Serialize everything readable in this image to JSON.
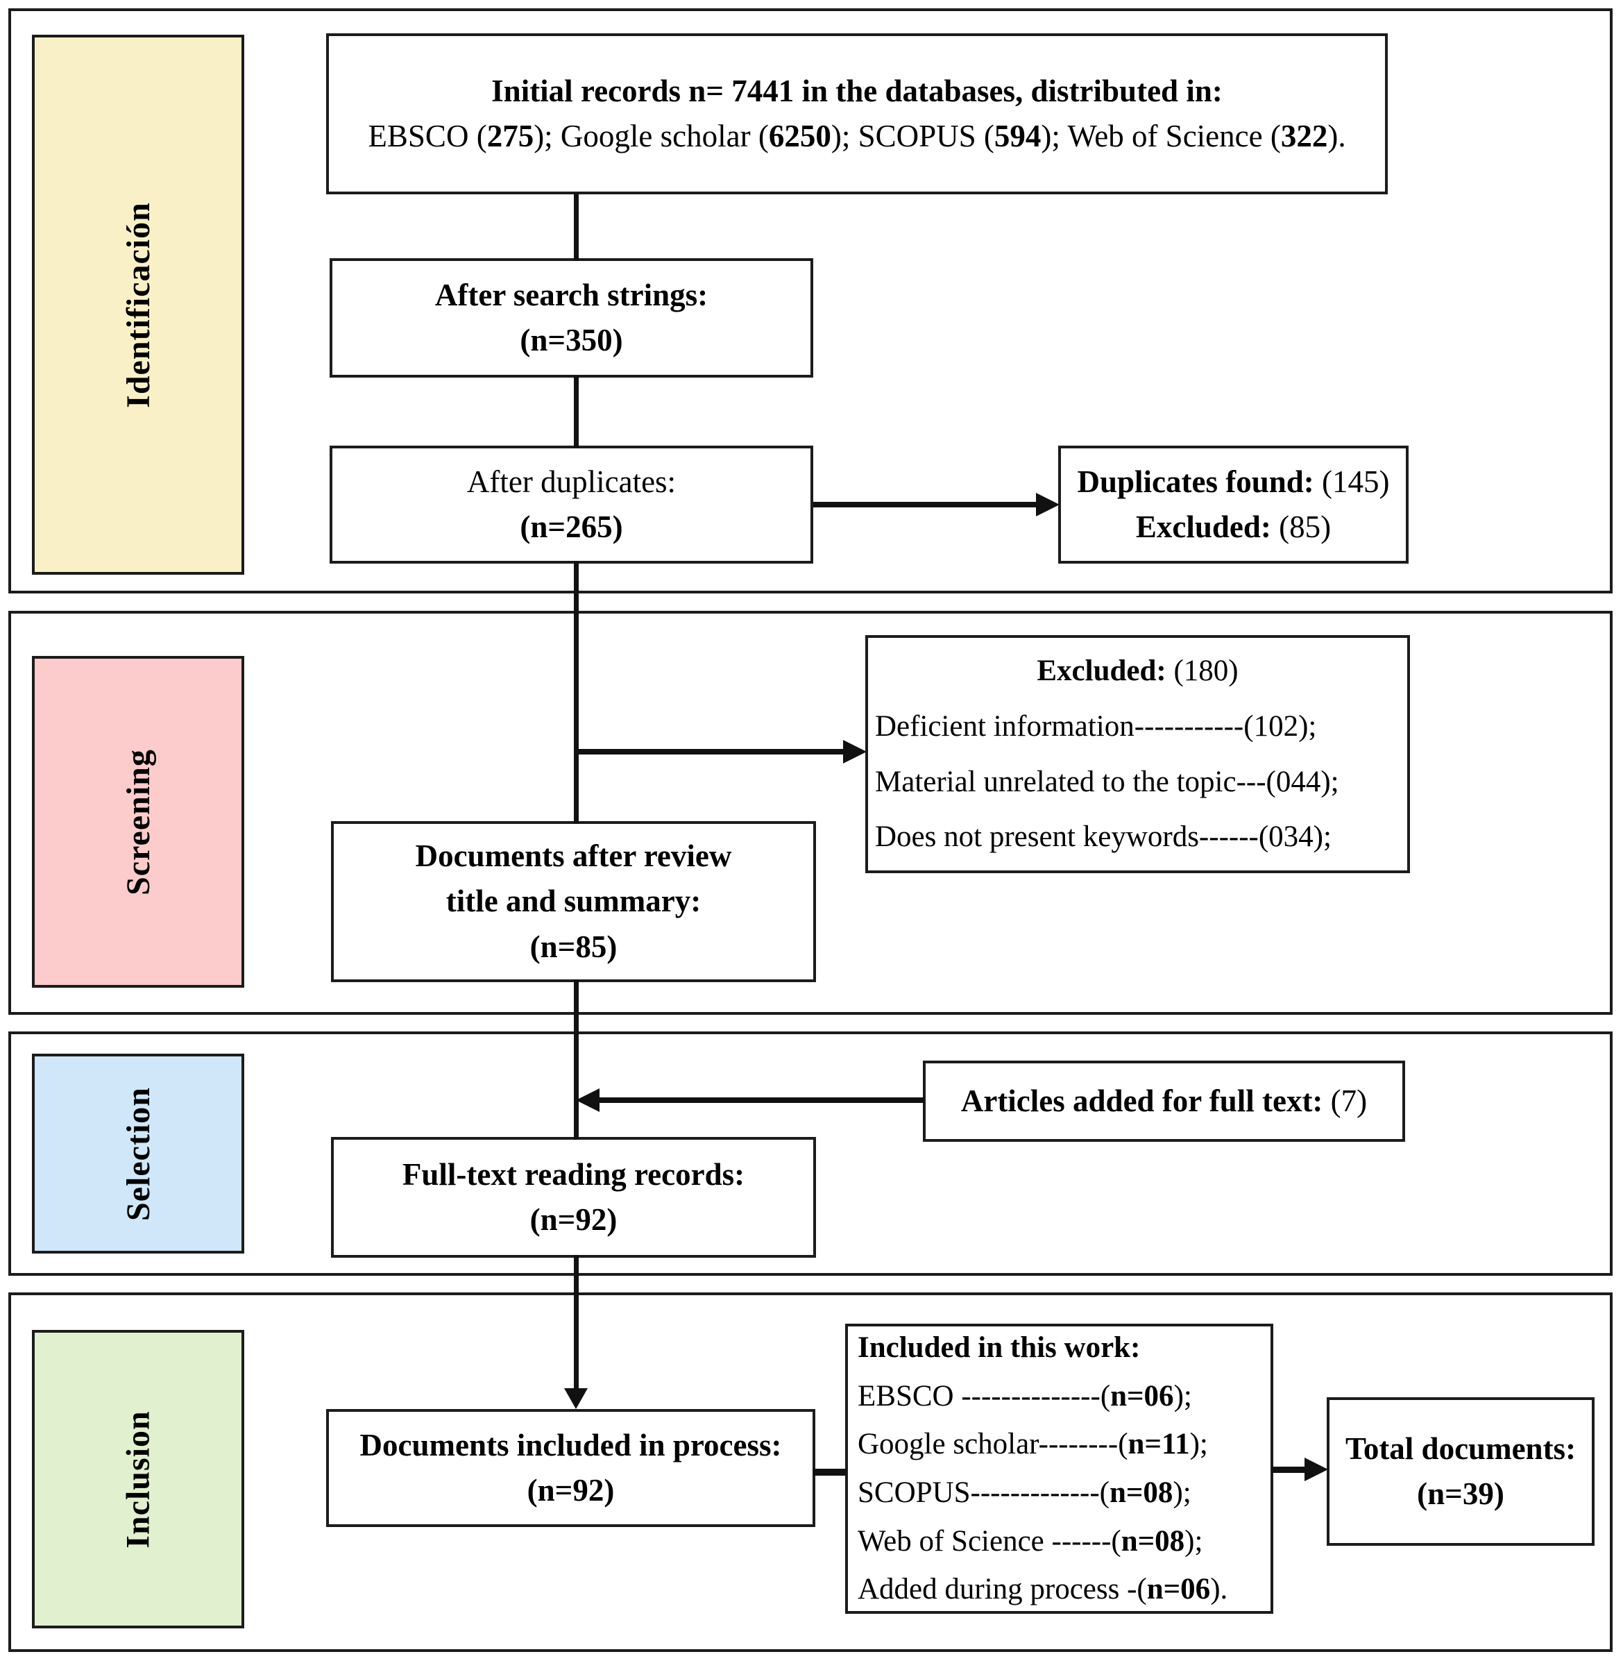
{
  "diagram": {
    "line_color": "#111111",
    "sections": [
      {
        "label": "Identificación",
        "color": "#faf0c8"
      },
      {
        "label": "Screening",
        "color": "#fbcccb"
      },
      {
        "label": "Selection",
        "color": "#cfe7f8"
      },
      {
        "label": "Inclusion",
        "color": "#e1f0cf"
      }
    ],
    "boxes": {
      "initial": {
        "title": "Initial records n= 7441 in the databases, distributed in:",
        "detail": [
          {
            "t": "EBSCO (",
            "b": false
          },
          {
            "t": "275",
            "b": true
          },
          {
            "t": "); Google scholar (",
            "b": false
          },
          {
            "t": "6250",
            "b": true
          },
          {
            "t": "); SCOPUS (",
            "b": false
          },
          {
            "t": "594",
            "b": true
          },
          {
            "t": "); Web of Science (",
            "b": false
          },
          {
            "t": "322",
            "b": true
          },
          {
            "t": ").",
            "b": false
          }
        ]
      },
      "after_search": {
        "line1": "After search strings:",
        "line2": "(n=350)"
      },
      "after_duplicates": {
        "line1": "After duplicates:",
        "line2": "(n=265)"
      },
      "duplicates_found": {
        "line1": [
          {
            "t": "Duplicates found:",
            "b": true
          },
          {
            "t": " (145)",
            "b": false
          }
        ],
        "line2": [
          {
            "t": "Excluded:",
            "b": true
          },
          {
            "t": " (85)",
            "b": false
          }
        ]
      },
      "excluded": {
        "title": [
          {
            "t": "Excluded:",
            "b": true
          },
          {
            "t": " (180)",
            "b": false
          }
        ],
        "items": [
          "Deficient information-----------(102);",
          "Material unrelated to the topic---(044);",
          "Does not present keywords------(034);"
        ]
      },
      "after_review": {
        "line1": "Documents after review",
        "line2": "title and summary:",
        "line3": "(n=85)"
      },
      "articles_added": [
        {
          "t": "Articles added for full text:",
          "b": true
        },
        {
          "t": " (7)",
          "b": false
        }
      ],
      "fulltext": {
        "line1": "Full-text reading records:",
        "line2": "(n=92)"
      },
      "included_process": {
        "line1": "Documents included in process:",
        "line2": "(n=92)"
      },
      "included_work": {
        "title": "Included in this work:",
        "items": [
          [
            {
              "t": "EBSCO --------------(",
              "b": false
            },
            {
              "t": "n=06",
              "b": true
            },
            {
              "t": ");",
              "b": false
            }
          ],
          [
            {
              "t": "Google scholar--------(",
              "b": false
            },
            {
              "t": "n=11",
              "b": true
            },
            {
              "t": ");",
              "b": false
            }
          ],
          [
            {
              "t": "SCOPUS-------------(",
              "b": false
            },
            {
              "t": "n=08",
              "b": true
            },
            {
              "t": ");",
              "b": false
            }
          ],
          [
            {
              "t": "Web of Science  ------(",
              "b": false
            },
            {
              "t": "n=08",
              "b": true
            },
            {
              "t": ");",
              "b": false
            }
          ],
          [
            {
              "t": "Added during process -(",
              "b": false
            },
            {
              "t": "n=06",
              "b": true
            },
            {
              "t": ").",
              "b": false
            }
          ]
        ]
      },
      "total": {
        "line1": "Total documents:",
        "line2": "(n=39)"
      }
    }
  }
}
